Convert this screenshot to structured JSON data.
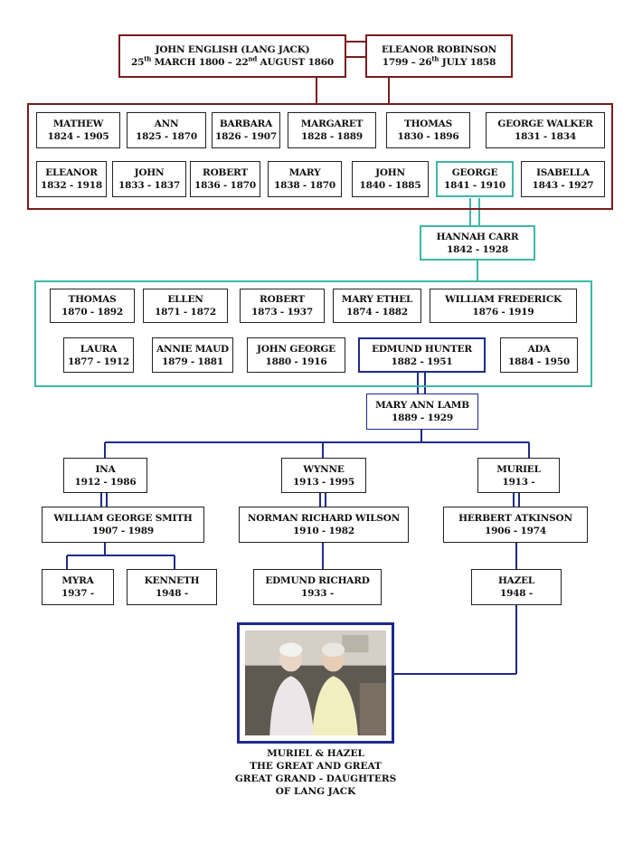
{
  "founders": {
    "john": {
      "name": "JOHN ENGLISH (LANG JACK)",
      "d1": "25",
      "s1": "th",
      "m1": "MARCH 1800  –  22",
      "s2": "nd",
      "m2": "AUGUST 1860"
    },
    "eleanor": {
      "name": "ELEANOR ROBINSON",
      "d1": "1799  –  26",
      "s1": "th",
      "m1": "JULY 1858"
    }
  },
  "gen1": [
    {
      "name": "MATHEW",
      "dates": "1824 - 1905"
    },
    {
      "name": "ANN",
      "dates": "1825 - 1870"
    },
    {
      "name": "BARBARA",
      "dates": "1826 - 1907"
    },
    {
      "name": "MARGARET",
      "dates": "1828 - 1889"
    },
    {
      "name": "THOMAS",
      "dates": "1830 - 1896"
    },
    {
      "name": "GEORGE WALKER",
      "dates": "1831 - 1834"
    },
    {
      "name": "ELEANOR",
      "dates": "1832 - 1918"
    },
    {
      "name": "JOHN",
      "dates": "1833 - 1837"
    },
    {
      "name": "ROBERT",
      "dates": "1836 - 1870"
    },
    {
      "name": "MARY",
      "dates": "1838 - 1870"
    },
    {
      "name": "JOHN",
      "dates": "1840 - 1885"
    },
    {
      "name": "GEORGE",
      "dates": "1841 - 1910"
    },
    {
      "name": "ISABELLA",
      "dates": "1843 - 1927"
    }
  ],
  "hannah": {
    "name": "HANNAH CARR",
    "dates": "1842 - 1928"
  },
  "gen2": [
    {
      "name": "THOMAS",
      "dates": "1870 - 1892"
    },
    {
      "name": "ELLEN",
      "dates": "1871 - 1872"
    },
    {
      "name": "ROBERT",
      "dates": "1873 - 1937"
    },
    {
      "name": "MARY ETHEL",
      "dates": "1874 - 1882"
    },
    {
      "name": "WILLIAM FREDERICK",
      "dates": "1876 - 1919"
    },
    {
      "name": "LAURA",
      "dates": "1877 - 1912"
    },
    {
      "name": "ANNIE MAUD",
      "dates": "1879 - 1881"
    },
    {
      "name": "JOHN GEORGE",
      "dates": "1880 - 1916"
    },
    {
      "name": "EDMUND HUNTER",
      "dates": "1882 - 1951"
    },
    {
      "name": "ADA",
      "dates": "1884 - 1950"
    }
  ],
  "maryann": {
    "name": "MARY ANN LAMB",
    "dates": "1889 - 1929"
  },
  "gen3": [
    {
      "name": "INA",
      "dates": "1912 - 1986"
    },
    {
      "name": "WYNNE",
      "dates": "1913 - 1995"
    },
    {
      "name": "MURIEL",
      "dates": "1913 -"
    }
  ],
  "spouses3": [
    {
      "name": "WILLIAM GEORGE SMITH",
      "dates": "1907 - 1989"
    },
    {
      "name": "NORMAN RICHARD WILSON",
      "dates": "1910 - 1982"
    },
    {
      "name": "HERBERT ATKINSON",
      "dates": "1906 - 1974"
    }
  ],
  "gen4": [
    {
      "name": "MYRA",
      "dates": "1937 -"
    },
    {
      "name": "KENNETH",
      "dates": "1948 -"
    },
    {
      "name": "EDMUND RICHARD",
      "dates": "1933 -"
    },
    {
      "name": "HAZEL",
      "dates": "1948 -"
    }
  ],
  "caption": [
    "MURIEL & HAZEL",
    "THE GREAT AND GREAT",
    "GREAT GRAND - DAUGHTERS",
    "OF LANG JACK"
  ],
  "colors": {
    "founders": "#7a1c1c",
    "george_line": "#3fb7a6",
    "edmund_line": "#1e2a8c"
  }
}
